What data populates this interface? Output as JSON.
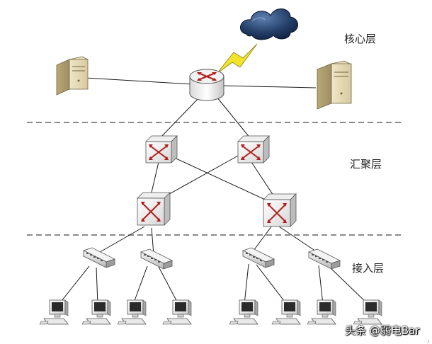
{
  "layers": {
    "core": "核心层",
    "aggregation": "汇聚层",
    "access": "接入层"
  },
  "watermark": "头条 @弱电Bar",
  "colors": {
    "line": "#1a1a1a",
    "dash": "#444444",
    "cloud": "#1f3b63",
    "lightning": "#f2e42b",
    "switch_arrow": "#b21e1e"
  }
}
